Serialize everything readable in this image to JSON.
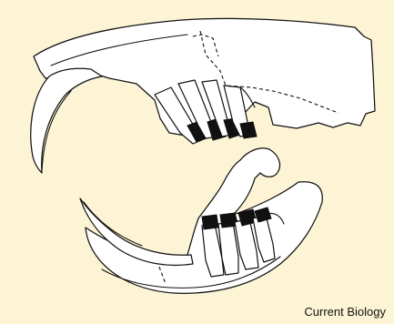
{
  "figure": {
    "credit": "Current Biology",
    "colors": {
      "background": "#fdf4d6",
      "outline": "#111111",
      "bone": "#ffffff",
      "enamel_cusp": "#111111"
    },
    "elements": [
      "skull-cranium",
      "upper-incisor",
      "upper-molar-row",
      "lower-mandible",
      "lower-incisor",
      "lower-molar-row"
    ]
  }
}
